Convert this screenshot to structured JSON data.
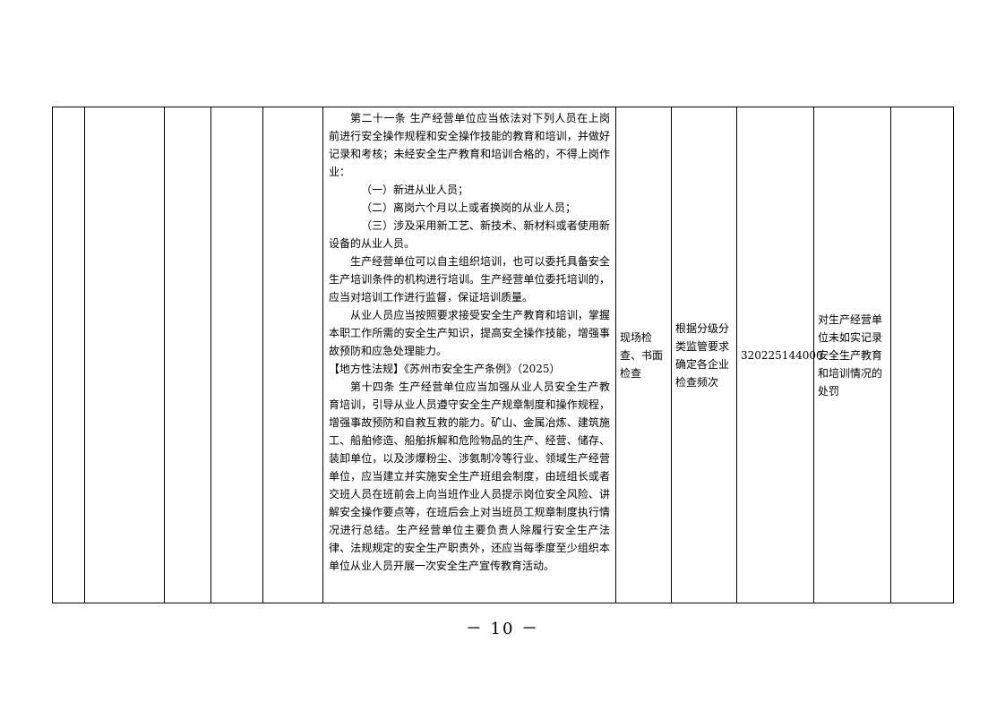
{
  "law_text": {
    "p1": "第二十一条 生产经营单位应当依法对下列人员在上岗前进行安全操作规程和安全操作技能的教育和培训，并做好记录和考核；未经安全生产教育和培训合格的，不得上岗作业：",
    "p2": "（一）新进从业人员；",
    "p3": "（二）离岗六个月以上或者换岗的从业人员；",
    "p4": "（三）涉及采用新工艺、新技术、新材料或者使用新设备的从业人员。",
    "p5": "生产经营单位可以自主组织培训，也可以委托具备安全生产培训条件的机构进行培训。生产经营单位委托培训的，应当对培训工作进行监督，保证培训质量。",
    "p6": "从业人员应当按照要求接受安全生产教育和培训，掌握本职工作所需的安全生产知识，提高安全操作技能，增强事故预防和应急处理能力。",
    "p7": "【地方性法规】《苏州市安全生产条例》（2025）",
    "p8": "第十四条 生产经营单位应当加强从业人员安全生产教育培训，引导从业人员遵守安全生产规章制度和操作规程，增强事故预防和自救互救的能力。矿山、金属冶炼、建筑施工、船舶修造、船舶拆解和危险物品的生产、经营、储存、装卸单位，以及涉爆粉尘、涉氨制冷等行业、领域生产经营单位，应当建立并实施安全生产班组会制度，由班组长或者交班人员在班前会上向当班作业人员提示岗位安全风险、讲解安全操作要点等，在班后会上对当班员工规章制度执行情况进行总结。生产经营单位主要负责人除履行安全生产法律、法规规定的安全生产职责外，还应当每季度至少组织本单位从业人员开展一次安全生产宣传教育活动。"
  },
  "inspection_method": "现场检查、书面检查",
  "inspection_frequency": "根据分级分类监管要求确定各企业检查频次",
  "item_code": "320225144000",
  "penalty_matter": "对生产经营单位未如实记录安全生产教育和培训情况的处罚",
  "page_number": "－ 10 －"
}
